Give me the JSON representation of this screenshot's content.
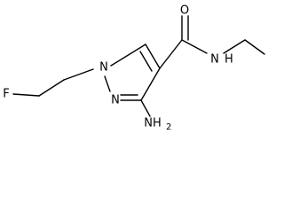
{
  "diagram": {
    "atoms": {
      "oxygen": "O",
      "amide_nitrogen": "N",
      "amide_hydrogen": "H",
      "pyrazole_n1": "N",
      "pyrazole_n2": "N",
      "fluorine": "F",
      "amino_group": "NH",
      "amino_subscript": "2"
    },
    "colors": {
      "bond": "#000000",
      "text": "#000000",
      "background": "#ffffff"
    }
  }
}
